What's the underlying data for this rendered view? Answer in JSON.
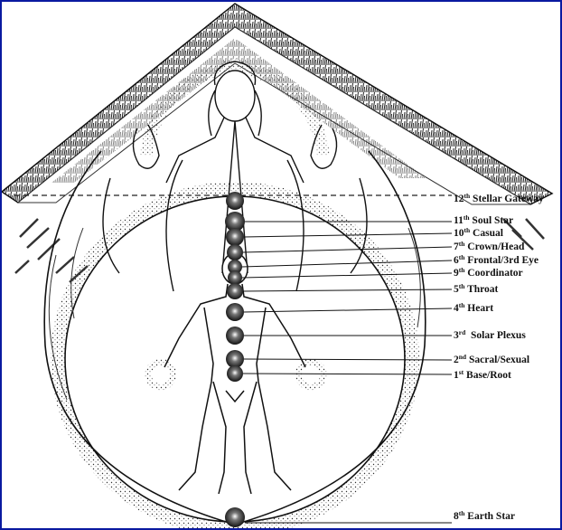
{
  "chakras": [
    {
      "key": "l12",
      "num": "12",
      "sup": "th",
      "name": "Stellar Gateway"
    },
    {
      "key": "l11",
      "num": "11",
      "sup": "th",
      "name": "Soul Star"
    },
    {
      "key": "l10",
      "num": "10",
      "sup": "th",
      "name": "Casual"
    },
    {
      "key": "l7",
      "num": "7",
      "sup": "th",
      "name": "Crown/Head"
    },
    {
      "key": "l6",
      "num": "6",
      "sup": "th",
      "name": "Frontal/3rd Eye"
    },
    {
      "key": "l9",
      "num": "9",
      "sup": "th",
      "name": "Coordinator"
    },
    {
      "key": "l5",
      "num": "5",
      "sup": "th",
      "name": "Throat"
    },
    {
      "key": "l4",
      "num": "4",
      "sup": "th",
      "name": "Heart"
    },
    {
      "key": "l3",
      "num": "3",
      "sup": "rd",
      "name": "Solar Plexus"
    },
    {
      "key": "l2",
      "num": "2",
      "sup": "nd",
      "name": "Sacral/Sexual"
    },
    {
      "key": "l1",
      "num": "1",
      "sup": "st",
      "name": "Base/Root"
    },
    {
      "key": "l8",
      "num": "8",
      "sup": "th",
      "name": "Earth Star"
    }
  ],
  "colors": {
    "frame": "#0a1aa0",
    "ink": "#111111"
  }
}
